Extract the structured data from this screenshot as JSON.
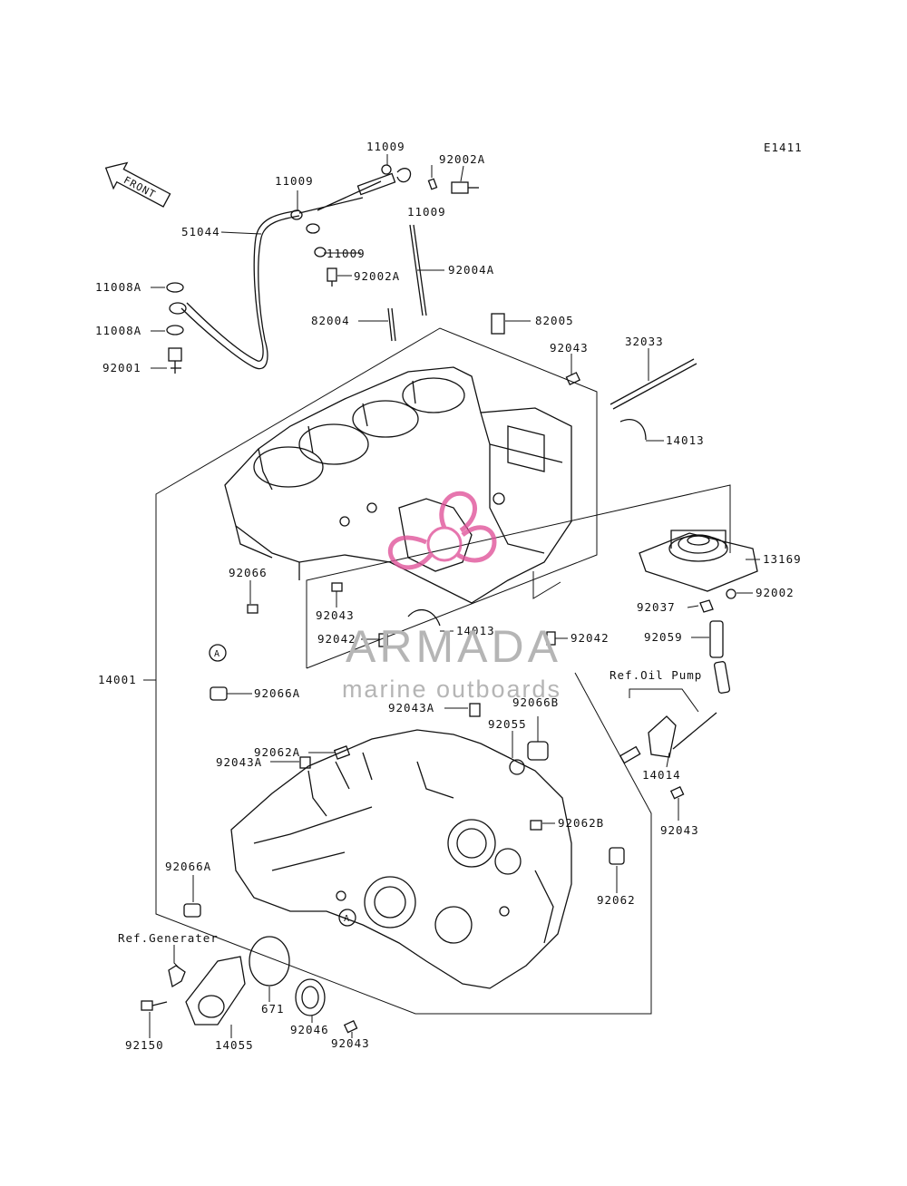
{
  "diagram": {
    "code": "E1411",
    "front_label": "FRONT",
    "ref_oil_pump": "Ref.Oil Pump",
    "ref_generater": "Ref.Generater"
  },
  "watermark": {
    "brand": "ARMADA",
    "tagline": "marine outboards",
    "brand_color": "#b5b5b5",
    "logo_color": "#e0549b"
  },
  "parts": [
    {
      "id": "11009"
    },
    {
      "id": "11009"
    },
    {
      "id": "92002A"
    },
    {
      "id": "11009"
    },
    {
      "id": "51044"
    },
    {
      "id": "11009"
    },
    {
      "id": "92002A"
    },
    {
      "id": "92004A"
    },
    {
      "id": "11008A"
    },
    {
      "id": "11008A"
    },
    {
      "id": "92001"
    },
    {
      "id": "82004"
    },
    {
      "id": "82005"
    },
    {
      "id": "92043"
    },
    {
      "id": "32033"
    },
    {
      "id": "14013"
    },
    {
      "id": "13169"
    },
    {
      "id": "92066"
    },
    {
      "id": "92043"
    },
    {
      "id": "14013"
    },
    {
      "id": "92002"
    },
    {
      "id": "92037"
    },
    {
      "id": "92042"
    },
    {
      "id": "92042"
    },
    {
      "id": "92059"
    },
    {
      "id": "A"
    },
    {
      "id": "14001"
    },
    {
      "id": "92066A"
    },
    {
      "id": "92043A"
    },
    {
      "id": "92066B"
    },
    {
      "id": "92055"
    },
    {
      "id": "92062A"
    },
    {
      "id": "92043A"
    },
    {
      "id": "14014"
    },
    {
      "id": "92043"
    },
    {
      "id": "92062B"
    },
    {
      "id": "92066A"
    },
    {
      "id": "92062"
    },
    {
      "id": "A"
    },
    {
      "id": "92150"
    },
    {
      "id": "14055"
    },
    {
      "id": "671"
    },
    {
      "id": "92046"
    },
    {
      "id": "92043"
    }
  ]
}
